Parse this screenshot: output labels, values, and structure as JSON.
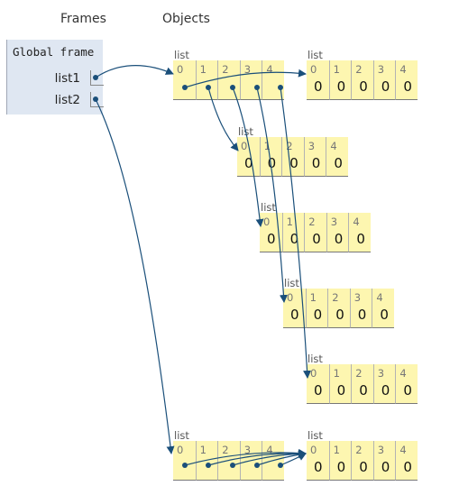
{
  "headers": {
    "frames": "Frames",
    "objects": "Objects"
  },
  "frame": {
    "title": "Global frame",
    "vars": [
      {
        "name": "list1"
      },
      {
        "name": "list2"
      }
    ]
  },
  "list_label": "list",
  "lists": [
    {
      "id": "outer1",
      "indices": [
        "0",
        "1",
        "2",
        "3",
        "4"
      ],
      "values": [
        "",
        "",
        "",
        "",
        ""
      ]
    },
    {
      "id": "inner1",
      "indices": [
        "0",
        "1",
        "2",
        "3",
        "4"
      ],
      "values": [
        "0",
        "0",
        "0",
        "0",
        "0"
      ]
    },
    {
      "id": "inner2",
      "indices": [
        "0",
        "1",
        "2",
        "3",
        "4"
      ],
      "values": [
        "0",
        "0",
        "0",
        "0",
        "0"
      ]
    },
    {
      "id": "inner3",
      "indices": [
        "0",
        "1",
        "2",
        "3",
        "4"
      ],
      "values": [
        "0",
        "0",
        "0",
        "0",
        "0"
      ]
    },
    {
      "id": "inner4",
      "indices": [
        "0",
        "1",
        "2",
        "3",
        "4"
      ],
      "values": [
        "0",
        "0",
        "0",
        "0",
        "0"
      ]
    },
    {
      "id": "inner5",
      "indices": [
        "0",
        "1",
        "2",
        "3",
        "4"
      ],
      "values": [
        "0",
        "0",
        "0",
        "0",
        "0"
      ]
    },
    {
      "id": "outer2",
      "indices": [
        "0",
        "1",
        "2",
        "3",
        "4"
      ],
      "values": [
        "",
        "",
        "",
        "",
        ""
      ]
    },
    {
      "id": "shared",
      "indices": [
        "0",
        "1",
        "2",
        "3",
        "4"
      ],
      "values": [
        "0",
        "0",
        "0",
        "0",
        "0"
      ]
    }
  ],
  "colors": {
    "arrow": "#1a4f7a",
    "cell_bg": "#fdf6b0",
    "frame_bg": "#dfe7f2"
  }
}
